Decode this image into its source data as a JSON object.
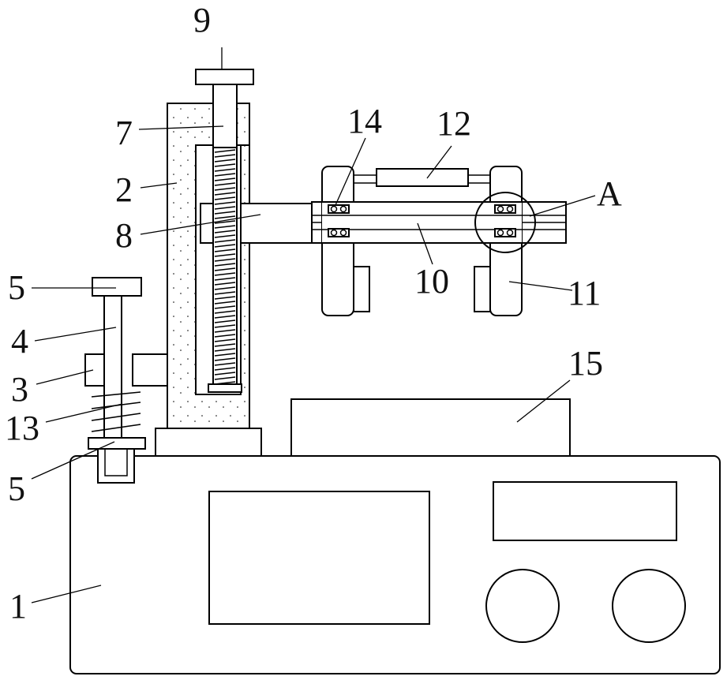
{
  "labels": {
    "l1": "1",
    "l2": "2",
    "l3": "3",
    "l4": "4",
    "l5a": "5",
    "l5b": "5",
    "l7": "7",
    "l8": "8",
    "l9": "9",
    "l10": "10",
    "l11": "11",
    "l12": "12",
    "l13": "13",
    "l14": "14",
    "l15": "15",
    "lA": "A"
  }
}
